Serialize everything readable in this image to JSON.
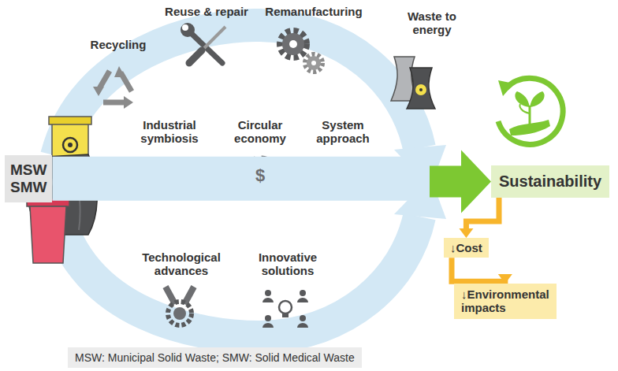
{
  "diagram": {
    "nodes": [
      {
        "text": [
          "MSW SMW"
        ]
      },
      {
        "text": [
          "Sustainability"
        ]
      },
      {
        "text": [
          "↓Cost"
        ]
      },
      {
        "text": [
          "↓Environmental impacts"
        ]
      },
      {
        "text": [
          "MSW: Municipal Solid Waste; SMW: Solid Medical Waste"
        ]
      }
    ],
    "edges": [
      {
        "from": 0,
        "to": 1,
        "arrow": "to"
      },
      {
        "from": 1,
        "to": 2,
        "arrow": "to"
      },
      {
        "from": 2,
        "to": 3,
        "arrow": "to"
      }
    ],
    "labels": [
      "Recycling",
      "Reuse & repair",
      "Remanufacturing",
      "Waste to energy",
      "Industrial symbiosis",
      "Circular economy",
      "System approach",
      "$",
      "Technological advances",
      "Innovative solutions"
    ]
  }
}
